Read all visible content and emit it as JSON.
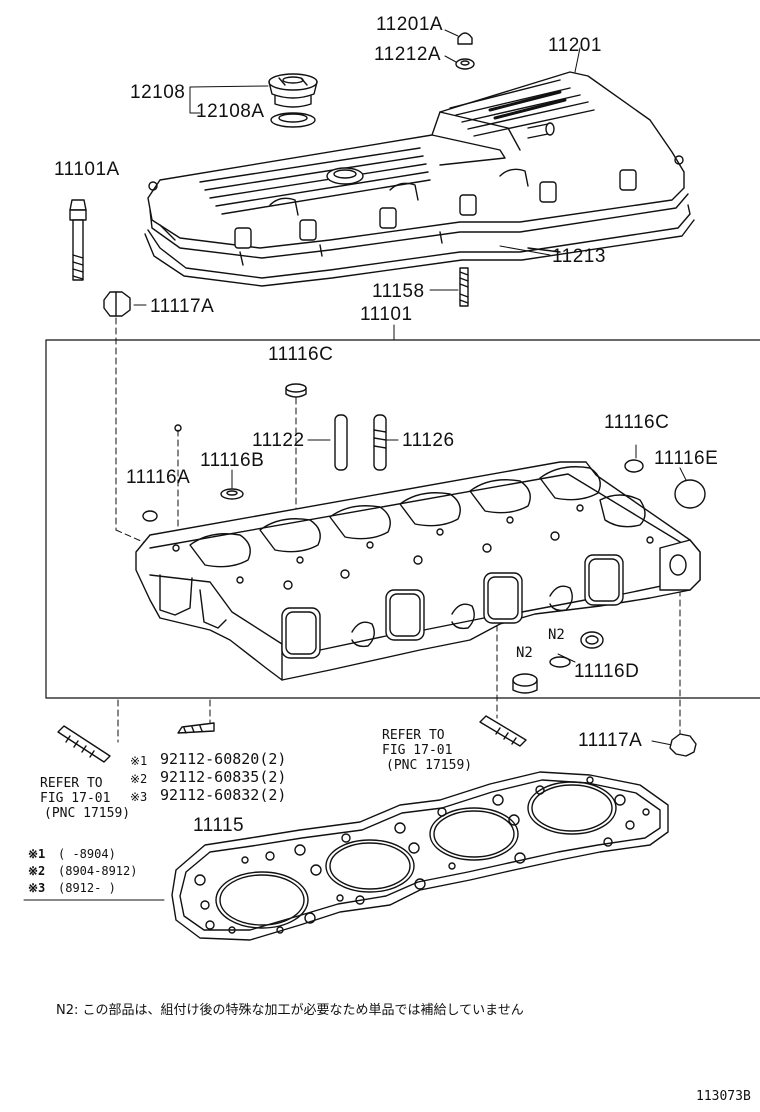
{
  "labels": {
    "p11201A": "11201A",
    "p11212A": "11212A",
    "p11201": "11201",
    "p12108": "12108",
    "p12108A": "12108A",
    "p11101A": "11101A",
    "p11213": "11213",
    "p11158": "11158",
    "p11117A_top": "11117A",
    "p11101": "11101",
    "p11116C_top": "11116C",
    "p11122": "11122",
    "p11126": "11126",
    "p11116C_right": "11116C",
    "p11116E": "11116E",
    "p11116B": "11116B",
    "p11116A": "11116A",
    "n2_left": "N2",
    "n2_right": "N2",
    "p11116D": "11116D",
    "p11117A_bottom": "11117A",
    "p11115": "11115"
  },
  "refer_left": [
    "REFER TO",
    "FIG 17-01",
    "(PNC 17159)"
  ],
  "refer_right": [
    "REFER TO",
    "FIG 17-01",
    "(PNC 17159)"
  ],
  "stud_parts": [
    {
      "mark": "※1",
      "part": "92112-60820(2)"
    },
    {
      "mark": "※2",
      "part": "92112-60835(2)"
    },
    {
      "mark": "※3",
      "part": "92112-60832(2)"
    }
  ],
  "legend": [
    {
      "mark": "※1",
      "range": "(      -8904)"
    },
    {
      "mark": "※2",
      "range": "(8904-8912)"
    },
    {
      "mark": "※3",
      "range": "(8912-     )"
    }
  ],
  "footnote": "N2:  この部品は、組付け後の特殊な加工が必要なため単品では補給していません",
  "illustration_code": "113073B"
}
